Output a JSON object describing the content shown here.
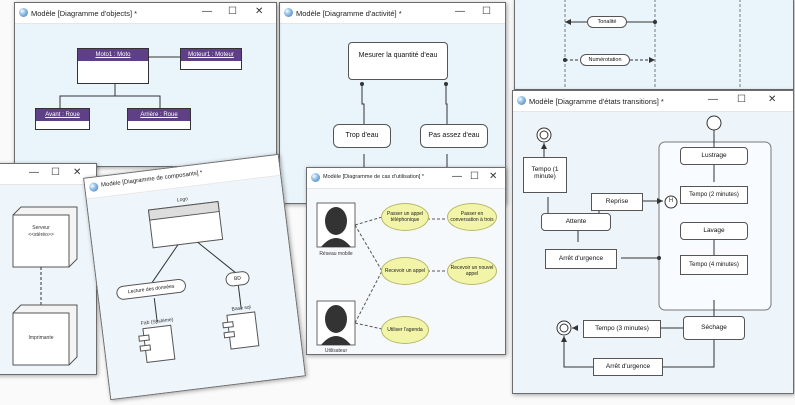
{
  "win_objects": {
    "title": "Modèle [Diagramme d'objects] *",
    "controls": [
      "—",
      "☐",
      "✕"
    ],
    "nodes": {
      "moto": "Moto1 : Moto",
      "moteur": "Moteur1 : Moteur",
      "avant": "Avant : Roue",
      "arriere": "Arrière : Roue"
    }
  },
  "win_activity": {
    "title": "Modèle [Diagramme d'activité] *",
    "controls": [
      "—",
      "☐"
    ],
    "nodes": {
      "mesurer": "Mesurer la quantité d'eau",
      "trop": "Trop d'eau",
      "pas_assez": "Pas assez d'eau"
    }
  },
  "win_sequence": {
    "nodes": {
      "tonalite": "Tonalité",
      "numerotation": "Numérotation"
    }
  },
  "win_deploy": {
    "controls": [
      "—",
      "☐",
      "✕"
    ],
    "nodes": {
      "serveur": "Serveur",
      "serveur_stereo": "<<stéréo>>",
      "imprimante": "Imprimante"
    }
  },
  "win_component": {
    "title": "Modèle [Diagramme de composants] *",
    "nodes": {
      "logo": "Logo",
      "lecture": "Lecture des données",
      "bd": "BD",
      "fab": "Fab (Système)",
      "base": "Base sql"
    }
  },
  "win_usecase": {
    "title": "Modèle [Diagramme de cas d'utilisation] *",
    "controls": [
      "—",
      "☐",
      "✕"
    ],
    "actors": {
      "a1": "Réseau mobile",
      "a2": "Utilisateur"
    },
    "cases": {
      "c1": "Passer un appel téléphonique",
      "c2": "Passer en conversation à trois",
      "c3": "Recevoir un appel",
      "c4": "Recevoir un nouvel appel",
      "c5": "Utiliser l'agenda"
    }
  },
  "win_states": {
    "title": "Modèle [Diagramme d'états transitions] *",
    "controls": [
      "—",
      "☐",
      "✕"
    ],
    "nodes": {
      "tempo1": "Tempo (1 minute)",
      "reprise": "Reprise",
      "h": "H",
      "attente": "Attente",
      "arret1": "Arrêt d'urgence",
      "lustrage": "Lustrage",
      "tempo2": "Tempo (2 minutes)",
      "lavage": "Lavage",
      "tempo4": "Tempo (4 minutes)",
      "sechage": "Séchage",
      "tempo3": "Tempo (3 minutes)",
      "arret2": "Arrêt d'urgence"
    }
  }
}
